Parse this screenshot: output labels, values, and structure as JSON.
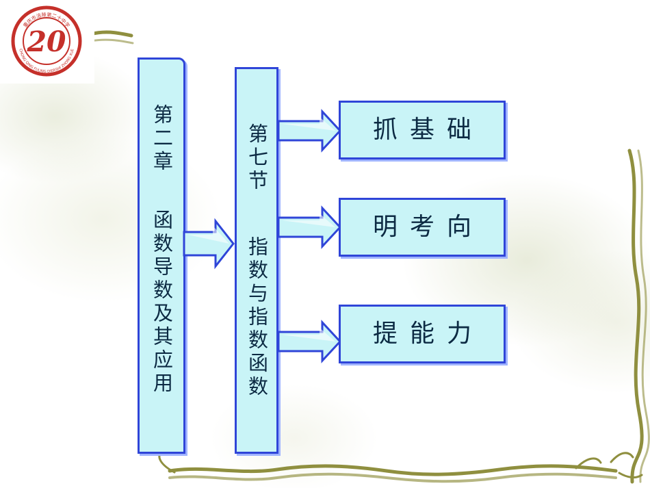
{
  "logo": {
    "top_text": "重庆市涪陵第二十中学",
    "bottom_text": "CHONG QING FULING DIERSHI ZHONG XUE",
    "numeral": "20",
    "accent_color": "#c5302a"
  },
  "chapter": {
    "heading": "第二章",
    "title": "函数导数及其应用"
  },
  "section": {
    "heading": "第七节",
    "title": "指数与指数函数"
  },
  "links": [
    {
      "label": "抓基础"
    },
    {
      "label": "明考向"
    },
    {
      "label": "提能力"
    }
  ],
  "colors": {
    "panel_fill": "#c9f4f7",
    "panel_border": "#2f45d8",
    "text": "#0c2a43",
    "vine": "#8c7c38"
  }
}
